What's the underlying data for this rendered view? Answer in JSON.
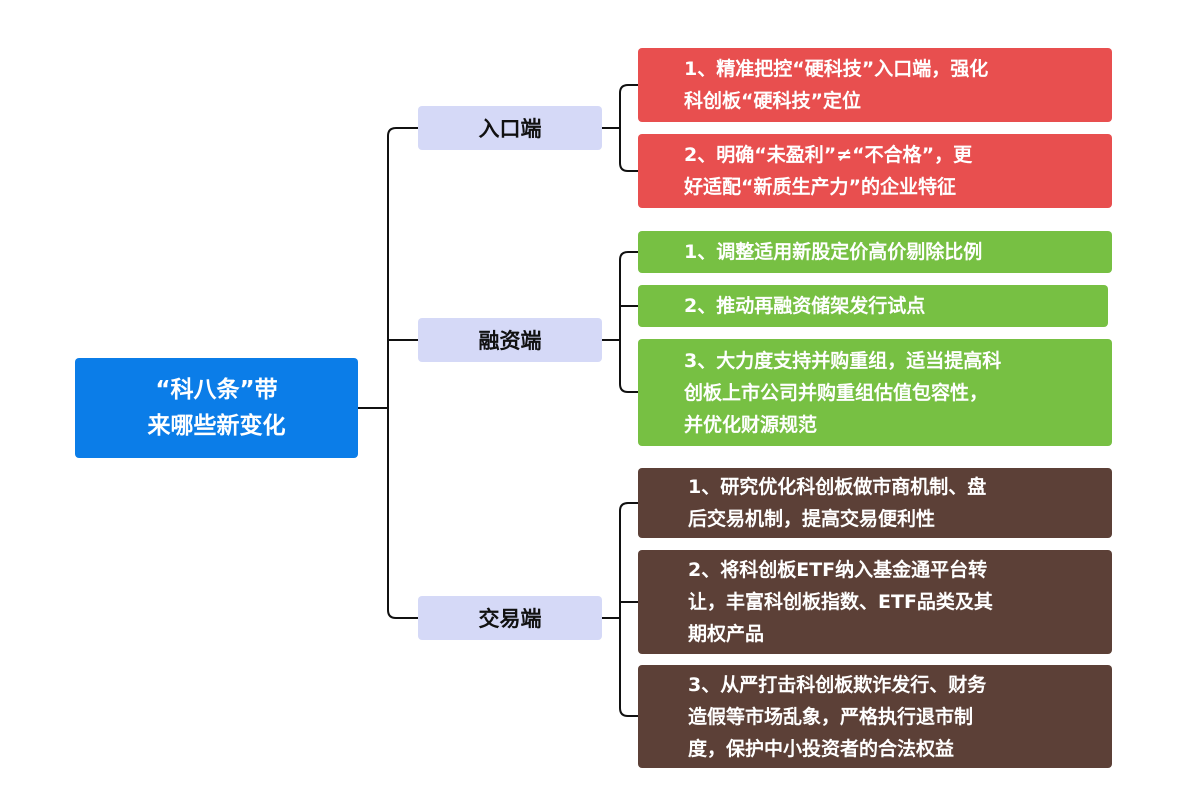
{
  "root": {
    "lines": [
      "“科八条”带",
      "来哪些新变化"
    ]
  },
  "branches": [
    {
      "label": "入口端",
      "color": "#e84f4f",
      "items": [
        {
          "lines": [
            "1、精准把控“硬科技”入口端，强化",
            "科创板“硬科技”定位"
          ]
        },
        {
          "lines": [
            "2、明确“未盈利”≠“不合格”，更",
            "好适配“新质生产力”的企业特征"
          ]
        }
      ]
    },
    {
      "label": "融资端",
      "color": "#77c043",
      "items": [
        {
          "lines": [
            "1、调整适用新股定价高价剔除比例"
          ]
        },
        {
          "lines": [
            "2、推动再融资储架发行试点"
          ]
        },
        {
          "lines": [
            "3、大力度支持并购重组，适当提高科",
            "创板上市公司并购重组估值包容性，",
            "并优化财源规范"
          ]
        }
      ]
    },
    {
      "label": "交易端",
      "color": "#5c4037",
      "items": [
        {
          "lines": [
            "1、研究优化科创板做市商机制、盘",
            "后交易机制，提高交易便利性"
          ]
        },
        {
          "lines": [
            "2、将科创板ETF纳入基金通平台转",
            "让，丰富科创板指数、ETF品类及其",
            "期权产品"
          ]
        },
        {
          "lines": [
            "3、从严打击科创板欺诈发行、财务",
            "造假等市场乱象，严格执行退市制",
            "度，保护中小投资者的合法权益"
          ]
        }
      ]
    }
  ]
}
